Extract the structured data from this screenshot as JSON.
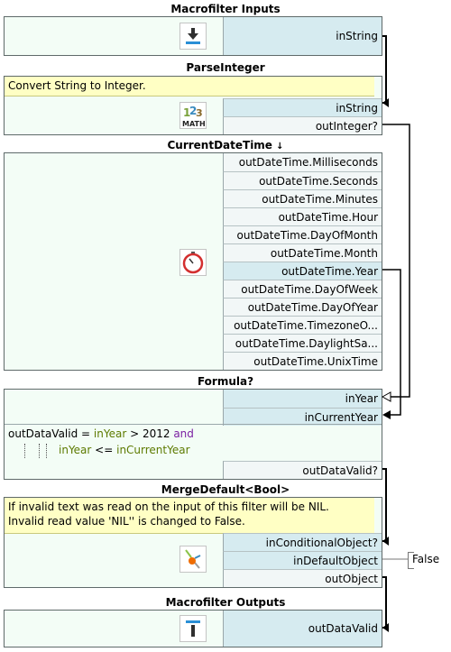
{
  "inputs": {
    "title": "Macrofilter Inputs",
    "port": "inString"
  },
  "parse": {
    "title": "ParseInteger",
    "note": "Convert String to Integer.",
    "ports": [
      "inString",
      "outInteger?"
    ]
  },
  "datetime": {
    "title": "CurrentDateTime",
    "title_arrow": "🠗",
    "ports": [
      "outDateTime.Milliseconds",
      "outDateTime.Seconds",
      "outDateTime.Minutes",
      "outDateTime.Hour",
      "outDateTime.DayOfMonth",
      "outDateTime.Month",
      "outDateTime.Year",
      "outDateTime.DayOfWeek",
      "outDateTime.DayOfYear",
      "outDateTime.TimezoneO...",
      "outDateTime.DaylightSa...",
      "outDateTime.UnixTime"
    ]
  },
  "formula": {
    "title": "Formula?",
    "ports_in": [
      "inYear",
      "inCurrentYear"
    ],
    "line1": {
      "a": "outDataValid",
      "b": " = ",
      "c": "inYear",
      "d": " > 2012 ",
      "e": "and"
    },
    "line2": {
      "a": "inYear",
      "b": " <= ",
      "c": "inCurrentYear"
    },
    "port_out": "outDataValid?"
  },
  "merge": {
    "title": "MergeDefault<Bool>",
    "note_line1": "If invalid text was read on the input of this filter will be NIL.",
    "note_line2": "Invalid read value 'NIL'' is changed to False.",
    "ports": [
      "inConditionalObject?",
      "inDefaultObject",
      "outObject"
    ],
    "default_value": "False"
  },
  "outputs": {
    "title": "Macrofilter Outputs",
    "port": "outDataValid"
  },
  "icons": {
    "input_icon": "download-arrow-icon",
    "math_icon": "math-123-icon",
    "clock_icon": "stopwatch-icon",
    "merge_icon": "merge-arrows-icon",
    "output_icon": "upload-bar-icon"
  },
  "colors": {
    "block_bg": "#f3fdf6",
    "port_bg": "#d6ebf0",
    "note_bg": "#ffffc4",
    "keyword": "#7a1fa2",
    "variable": "#5d7a00"
  }
}
